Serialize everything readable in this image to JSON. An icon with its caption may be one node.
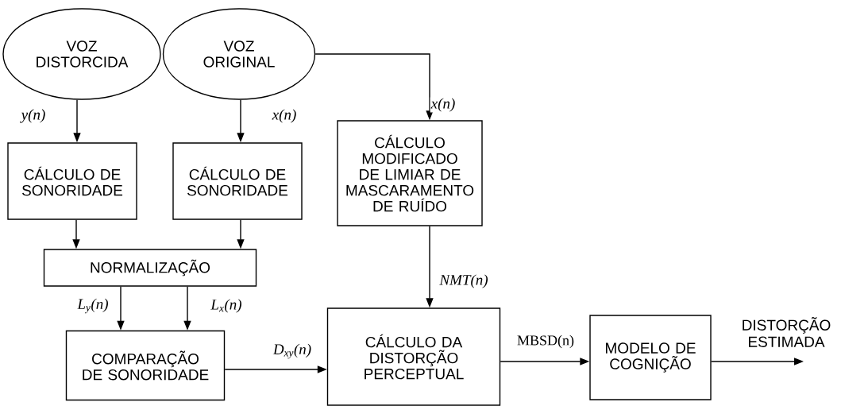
{
  "diagram": {
    "nodes": [
      {
        "text": [
          "VOZ DISTORCIDA"
        ]
      },
      {
        "text": [
          "VOZ ORIGINAL"
        ]
      },
      {
        "text": [
          "CÁLCULO DE SONORIDADE"
        ]
      },
      {
        "text": [
          "CÁLCULO DE SONORIDADE"
        ]
      },
      {
        "text": [
          "CÁLCULO MODIFICADO DE LIMIAR DE MASCARAMENTO DE RUÍDO"
        ]
      },
      {
        "text": [
          "NORMALIZAÇÃO"
        ]
      },
      {
        "text": [
          "COMPARAÇÃO DE SONORIDADE"
        ]
      },
      {
        "text": [
          "CÁLCULO DA DISTORÇÃO PERCEPTUAL"
        ]
      },
      {
        "text": [
          "MODELO DE COGNIÇÃO"
        ]
      }
    ],
    "edges": [
      {
        "from": 0,
        "to": 2,
        "arrow": "to",
        "label": "y(n)"
      },
      {
        "from": 1,
        "to": 3,
        "arrow": "to",
        "label": "x(n)"
      },
      {
        "from": 1,
        "to": 4,
        "arrow": "to",
        "label": "x(n)"
      },
      {
        "from": 2,
        "to": 5,
        "arrow": "to"
      },
      {
        "from": 3,
        "to": 5,
        "arrow": "to"
      },
      {
        "from": 5,
        "to": 6,
        "arrow": "to",
        "label": "L$_{y}$(n)"
      },
      {
        "from": 5,
        "to": 6,
        "arrow": "to",
        "label": "L$_{x}$(n)"
      },
      {
        "from": 4,
        "to": 7,
        "arrow": "to",
        "label": "NMT(n)"
      },
      {
        "from": 6,
        "to": 7,
        "arrow": "to",
        "label": "D$_{xy}$(n)"
      },
      {
        "from": 7,
        "to": 8,
        "arrow": "to",
        "label": "MBSD(n)"
      },
      {
        "from": 8,
        "to": null,
        "arrow": "to",
        "label": "DISTORÇÃO ESTIMADA"
      }
    ]
  }
}
